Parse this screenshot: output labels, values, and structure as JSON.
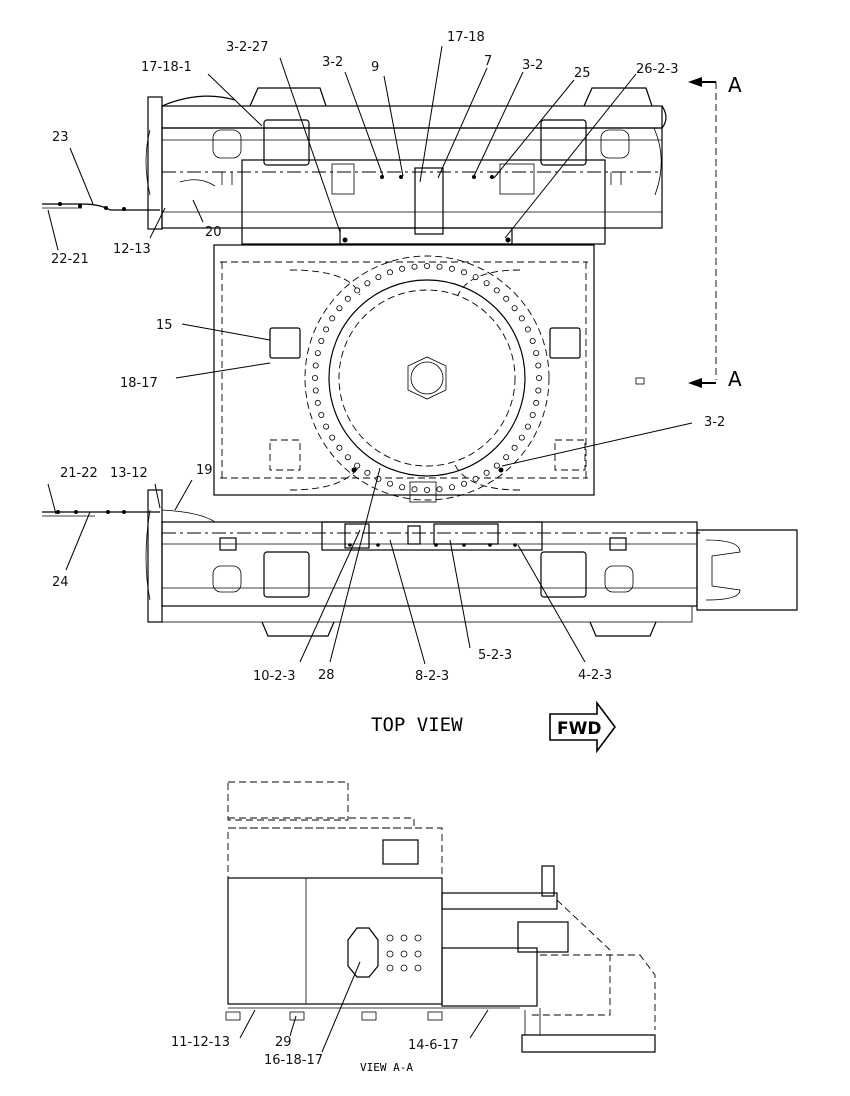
{
  "top_view": {
    "title": "TOP VIEW",
    "section_marks": [
      "A",
      "A"
    ],
    "forward_arrow": "FWD",
    "callouts": {
      "c_3_2_27": "3-2-27",
      "c_17_18": "17-18",
      "c_17_18_1": "17-18-1",
      "c_3_2_a": "3-2",
      "c_9": "9",
      "c_7": "7",
      "c_3_2_b": "3-2",
      "c_25": "25",
      "c_26_2_3": "26-2-3",
      "c_23": "23",
      "c_22_21": "22-21",
      "c_12_13": "12-13",
      "c_20": "20",
      "c_15": "15",
      "c_18_17": "18-17",
      "c_3_2_c": "3-2",
      "c_21_22": "21-22",
      "c_13_12": "13-12",
      "c_19": "19",
      "c_24": "24",
      "c_10_2_3": "10-2-3",
      "c_28": "28",
      "c_8_2_3": "8-2-3",
      "c_5_2_3": "5-2-3",
      "c_4_2_3": "4-2-3"
    }
  },
  "view_a_a": {
    "title": "VIEW A-A",
    "callouts": {
      "c_11_12_13": "11-12-13",
      "c_29": "29",
      "c_16_18_17": "16-18-17",
      "c_14_6_17": "14-6-17"
    }
  }
}
